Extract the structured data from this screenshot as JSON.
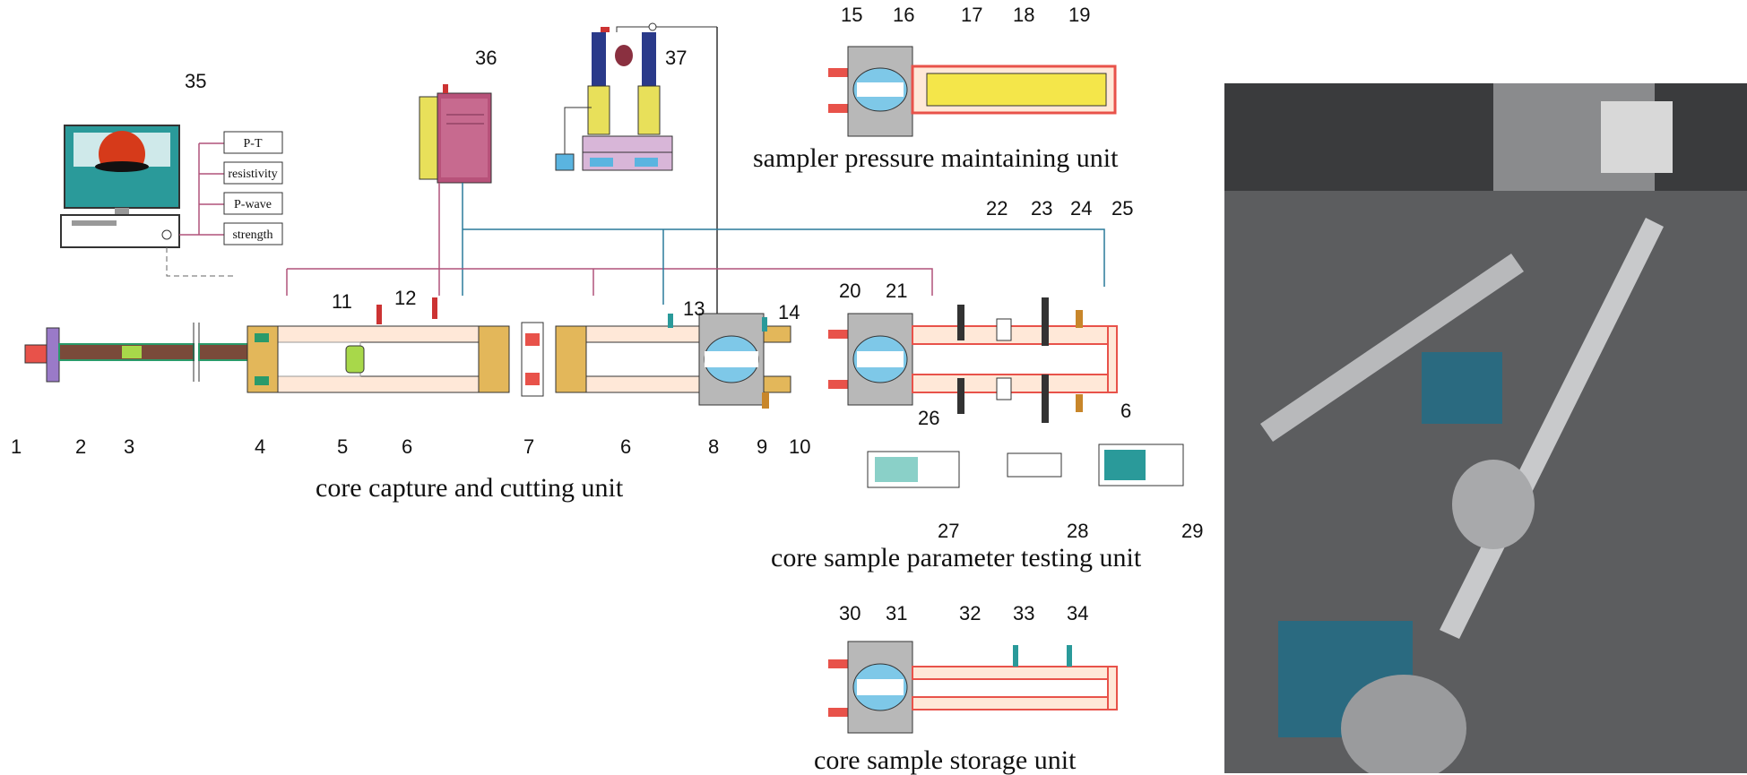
{
  "numbers": [
    "1",
    "2",
    "3",
    "4",
    "5",
    "6",
    "7",
    "6",
    "8",
    "9",
    "10",
    "11",
    "12",
    "13",
    "14",
    "15",
    "16",
    "17",
    "18",
    "19",
    "20",
    "21",
    "22",
    "23",
    "24",
    "25",
    "26",
    "6",
    "27",
    "28",
    "29",
    "30",
    "31",
    "32",
    "33",
    "34",
    "35",
    "36",
    "37"
  ],
  "units": {
    "capture": "core capture and cutting unit",
    "pressure": "sampler pressure maintaining unit",
    "testing": "core sample parameter testing unit",
    "storage": "core sample storage unit"
  },
  "computer_panel": {
    "items": [
      "P-T",
      "resistivity",
      "P-wave",
      "strength"
    ]
  },
  "colors": {
    "pipe_red": "#e8524a",
    "pipe_fill": "#ffe8d8",
    "brass": "#e3b75a",
    "valve_gray": "#b8b8b8",
    "ball_blue": "#7ec8e8",
    "tank_magenta": "#b8527a",
    "core_yellow": "#f4e64a"
  }
}
